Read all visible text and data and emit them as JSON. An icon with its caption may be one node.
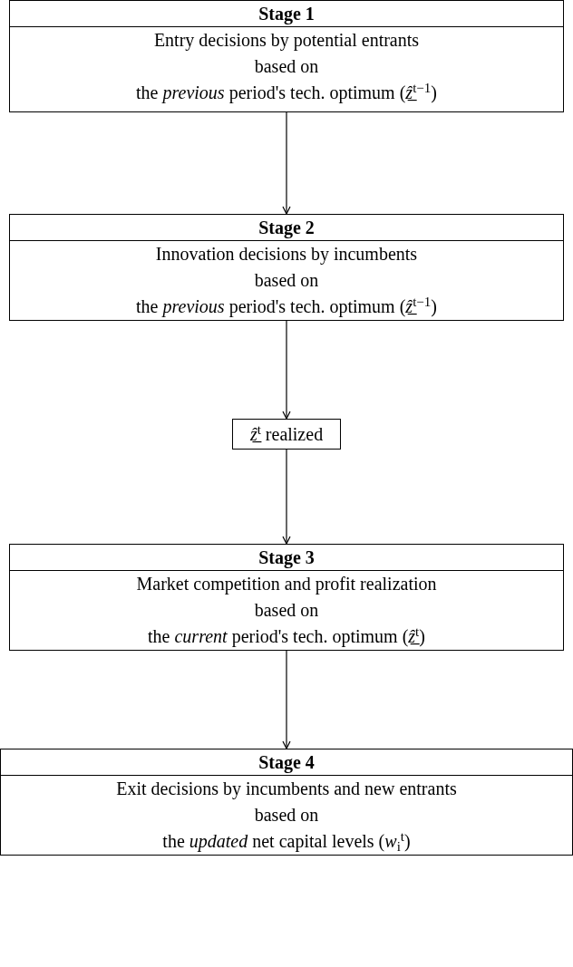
{
  "diagram": {
    "nodes": [
      {
        "text": [
          "Stage 1",
          "Entry decisions by potential entrants",
          "based on",
          "the *previous* period's tech. optimum (*ẑ̲*$^{t−1}$)"
        ]
      },
      {
        "text": [
          "Stage 2",
          "Innovation decisions by incumbents",
          "based on",
          "the *previous* period's tech. optimum (*ẑ̲*$^{t−1}$)"
        ]
      },
      {
        "text": [
          "*ẑ̲*$^{t}$ realized"
        ]
      },
      {
        "text": [
          "Stage 3",
          "Market competition and profit realization",
          "based on",
          "the *current* period's tech. optimum (*ẑ̲*$^{t}$)"
        ]
      },
      {
        "text": [
          "Stage 4",
          "Exit decisions by incumbents and new entrants",
          "based on",
          "the *updated* net capital levels (*w*$_{i}$$^{t}$)"
        ]
      }
    ],
    "edges": [
      {
        "from": 0,
        "to": 1,
        "arrow": "to"
      },
      {
        "from": 1,
        "to": 2,
        "arrow": "to"
      },
      {
        "from": 2,
        "to": 3,
        "arrow": "to"
      },
      {
        "from": 3,
        "to": 4,
        "arrow": "to"
      }
    ]
  }
}
